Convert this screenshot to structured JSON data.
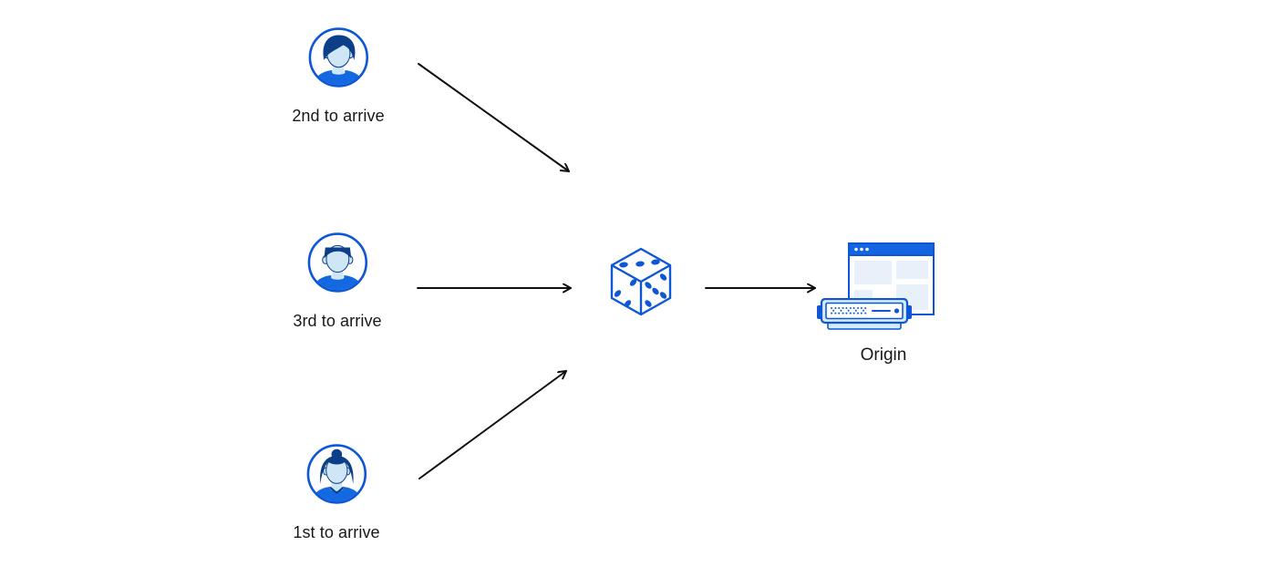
{
  "diagram": {
    "background": "#ffffff",
    "nodes": {
      "second_user": {
        "label": "2nd to arrive",
        "icon": "male-avatar-icon"
      },
      "third_user": {
        "label": "3rd to arrive",
        "icon": "male-avatar-icon"
      },
      "first_user": {
        "label": "1st to arrive",
        "icon": "female-avatar-icon"
      },
      "randomizer": {
        "icon": "dice-icon"
      },
      "origin": {
        "label": "Origin",
        "icon": "origin-server-browser-icon"
      }
    },
    "edges": [
      {
        "from": "second_user",
        "to": "randomizer"
      },
      {
        "from": "third_user",
        "to": "randomizer"
      },
      {
        "from": "first_user",
        "to": "randomizer"
      },
      {
        "from": "randomizer",
        "to": "origin"
      }
    ],
    "colors": {
      "accent_blue": "#0d57d6",
      "title_bar_blue": "#1565e3",
      "dark_navy": "#0c3f88",
      "shirt_blue": "#1468e0",
      "skin_light_blue": "#cfe6f7",
      "panel_light_blue": "#e8f1fa",
      "server_light_blue": "#d6ebfa",
      "arrow_black": "#0f1011",
      "text_color": "#17181a"
    }
  }
}
